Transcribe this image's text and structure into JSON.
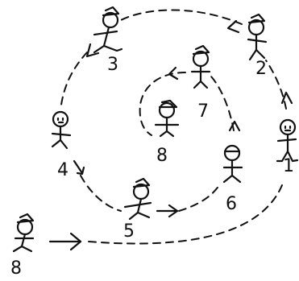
{
  "diagram": {
    "stations": [
      {
        "label": "1"
      },
      {
        "label": "2"
      },
      {
        "label": "3"
      },
      {
        "label": "4"
      },
      {
        "label": "5"
      },
      {
        "label": "6"
      },
      {
        "label": "7"
      },
      {
        "label": "8"
      },
      {
        "label": "8"
      }
    ]
  }
}
